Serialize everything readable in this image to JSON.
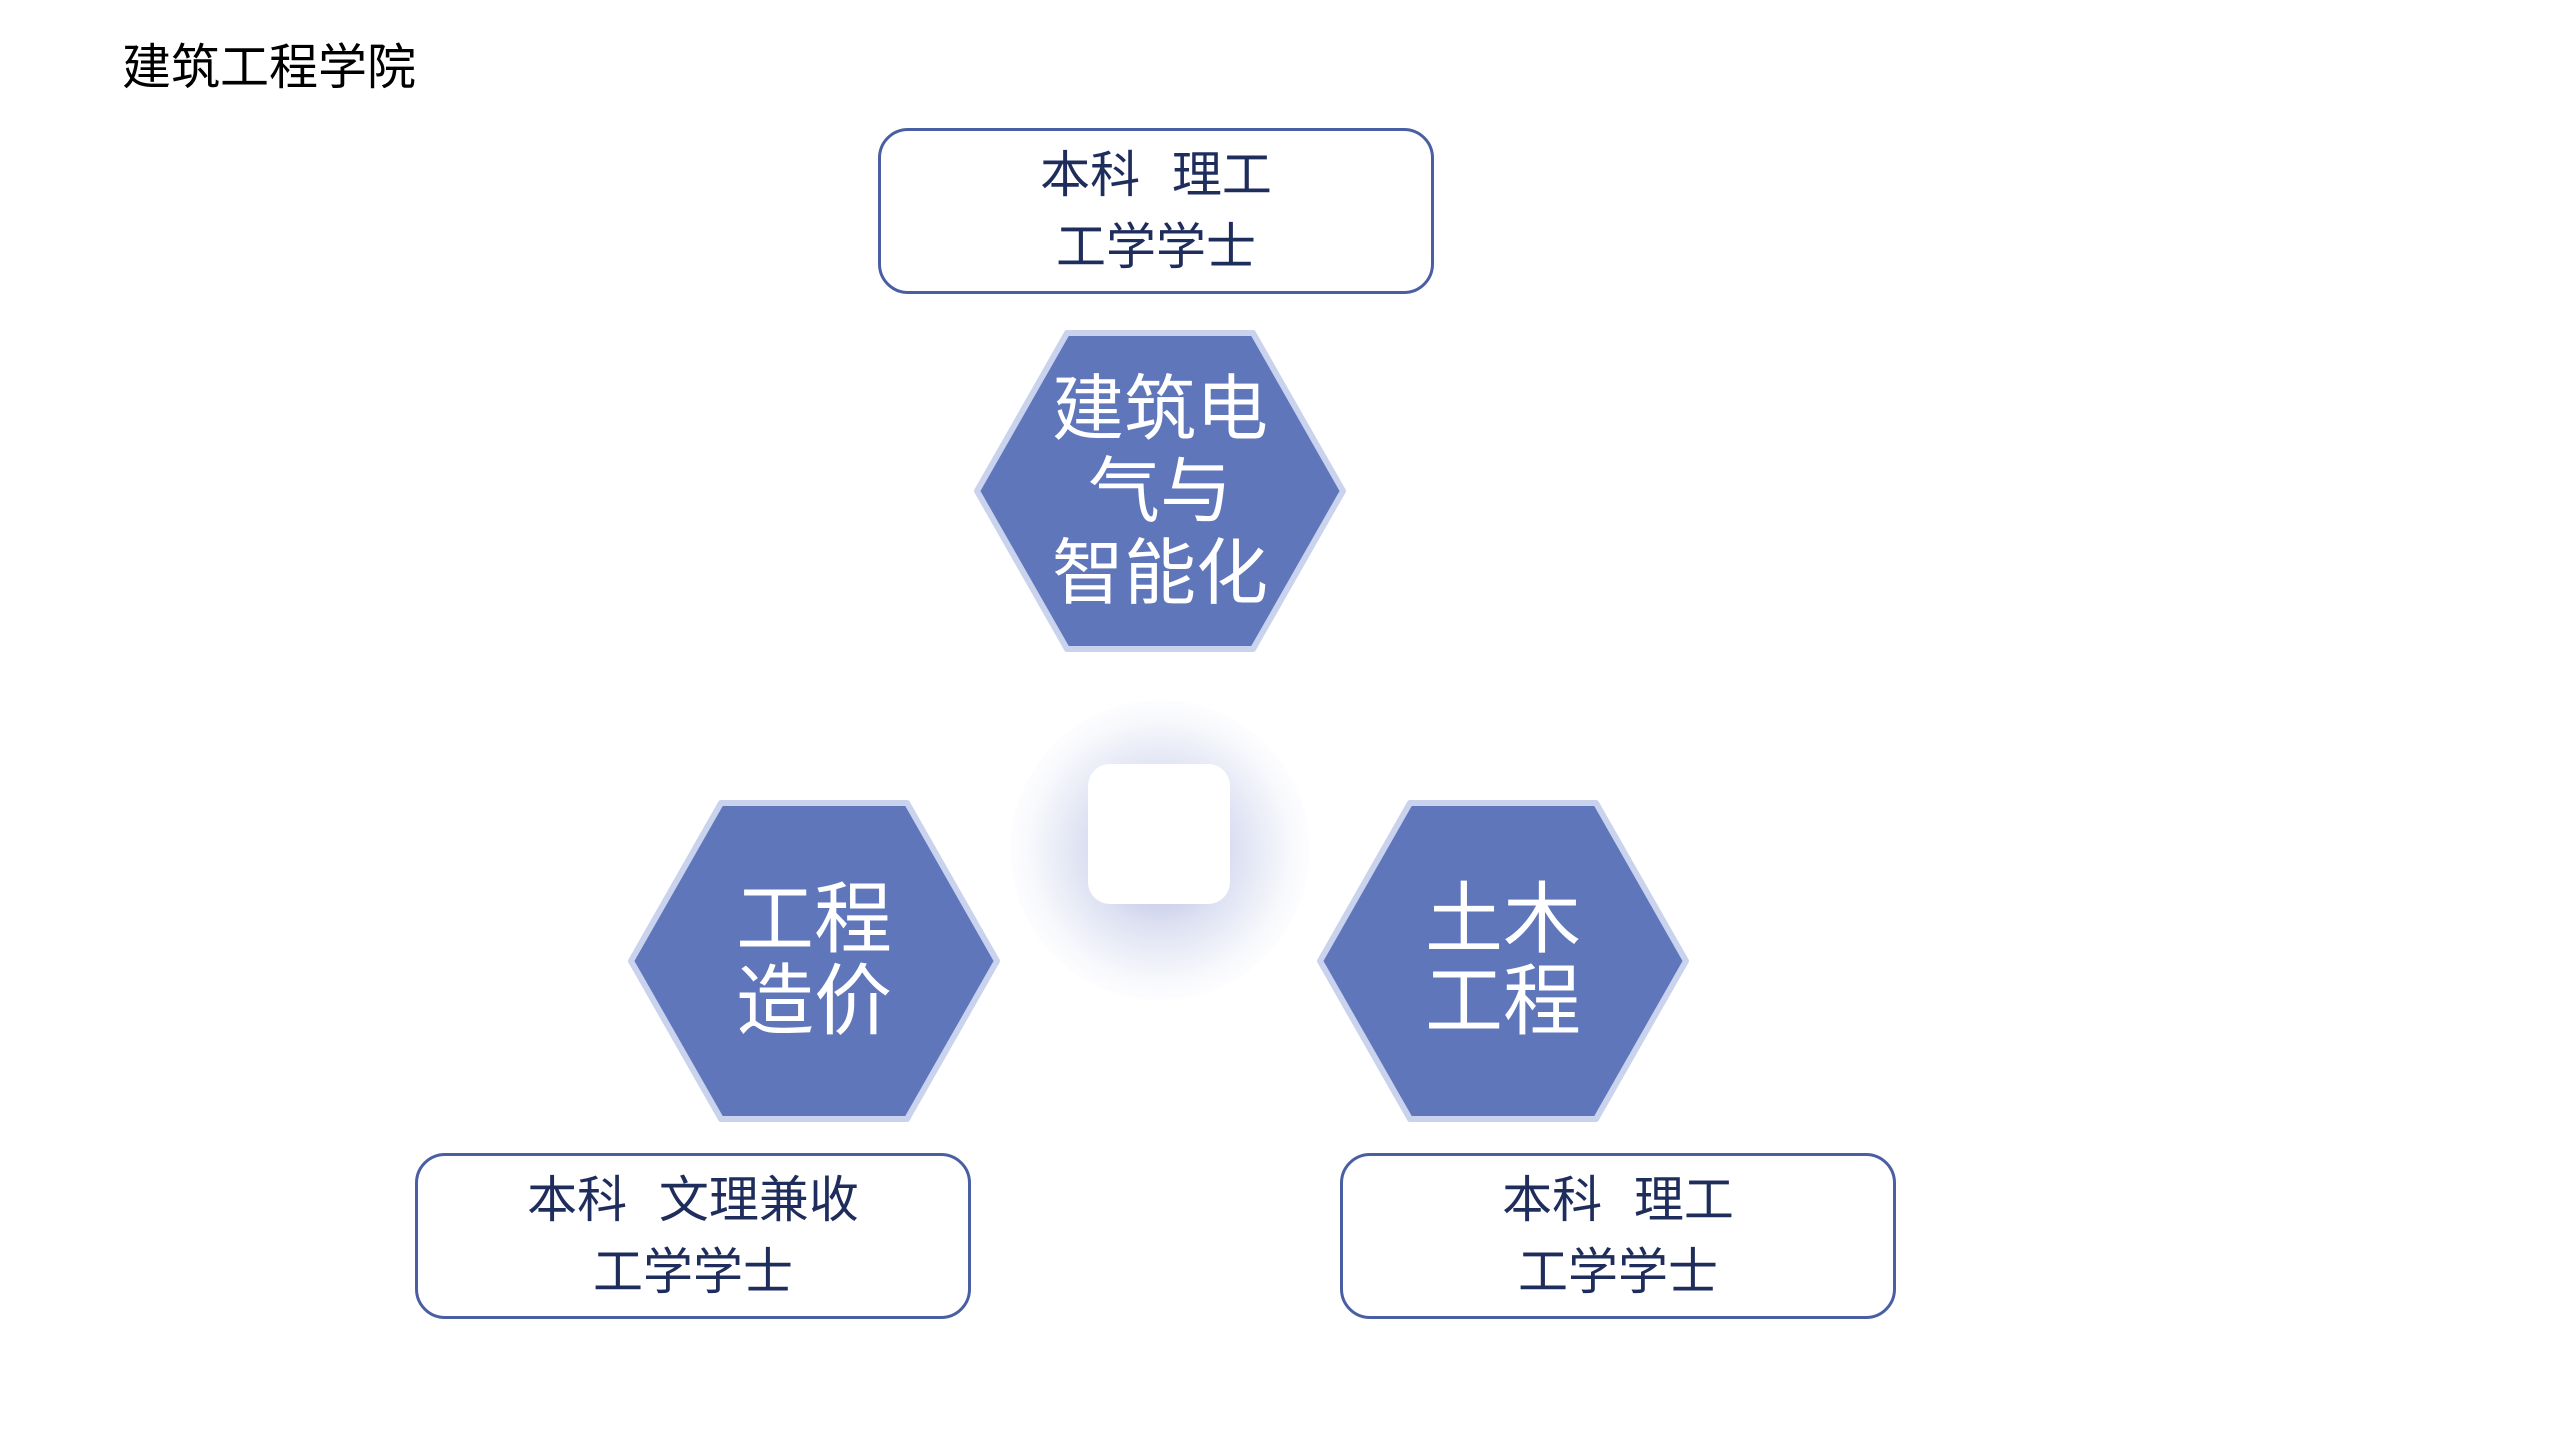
{
  "page": {
    "title": "建筑工程学院"
  },
  "colors": {
    "hexagon_fill": "#5f76bb",
    "hexagon_border": "#c9d3ee",
    "box_border": "#4a5fa3",
    "box_text": "#1f2d5c"
  },
  "majors": [
    {
      "name_lines": [
        "建筑电",
        "气与",
        "智能化"
      ],
      "info_lines": [
        "本科  理工",
        "工学学士"
      ]
    },
    {
      "name_lines": [
        "工程",
        "造价"
      ],
      "info_lines": [
        "本科  文理兼收",
        "工学学士"
      ]
    },
    {
      "name_lines": [
        "土木",
        "工程"
      ],
      "info_lines": [
        "本科  理工",
        "工学学士"
      ]
    }
  ]
}
